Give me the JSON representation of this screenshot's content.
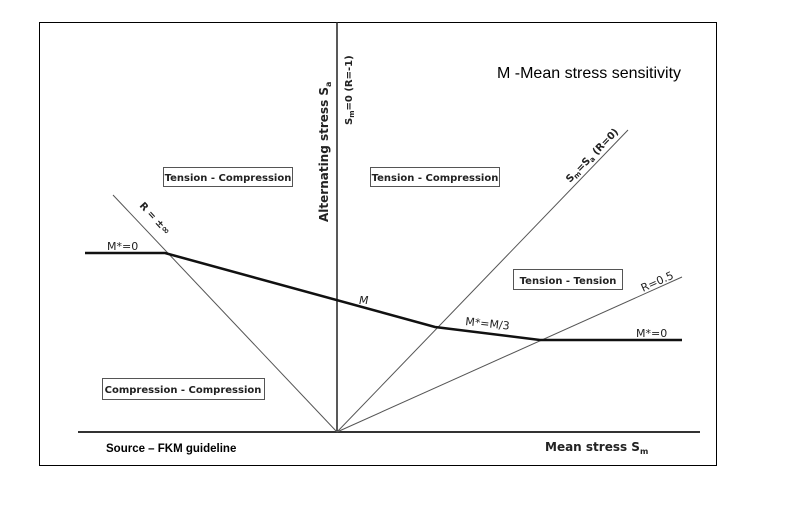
{
  "title": "M -Mean stress sensitivity",
  "axes": {
    "y_label": "Alternating stress S",
    "y_sub": "a",
    "x_label": "Mean stress S",
    "x_sub": "m"
  },
  "lines": {
    "sm0": {
      "pre": "S",
      "sub": "m",
      "post": "=0 (R=-1)"
    },
    "r0": {
      "pre": "S",
      "sub": "m",
      "mid": "=S",
      "sub2": "a",
      "post": " (R=0)"
    },
    "r05": "R=0.5",
    "rinf": "R = ±∞"
  },
  "regions": {
    "tc_left": "Tension - Compression",
    "tc_right": "Tension - Compression",
    "tt": "Tension - Tension",
    "cc": "Compression - Compression"
  },
  "segments": {
    "m_left": "M*=0",
    "m": "M",
    "m3": "M*=M/3",
    "m_right": "M*=0"
  },
  "source": "Source – FKM guideline"
}
